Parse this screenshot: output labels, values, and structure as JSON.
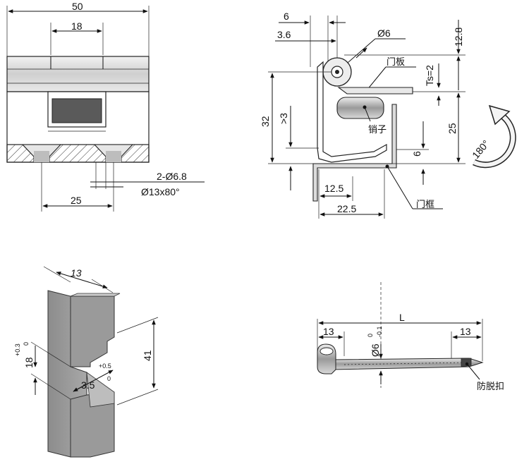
{
  "front_view": {
    "dim_width": "50",
    "dim_slot": "18",
    "dim_holes": "2-Ø6.8",
    "dim_countersink": "Ø13x80°",
    "dim_pitch": "25"
  },
  "side_view": {
    "dim_6": "6",
    "dim_3_6": "3.6",
    "dim_phi6": "Ø6",
    "dim_12_8": "12.8",
    "label_door_panel": "门板",
    "dim_ts": "Ts=2",
    "dim_32": "32",
    "dim_gt3": ">3",
    "label_pin": "销子",
    "dim_25": "25",
    "dim_6b": "6",
    "dim_180": "180°",
    "dim_12_5": "12.5",
    "dim_22_5": "22.5",
    "label_door_frame": "门框"
  },
  "iso_view": {
    "dim_13": "13",
    "dim_18": "18",
    "tol_18_upper": "+0.3",
    "tol_18_lower": "0",
    "dim_3_5": "3.5",
    "tol_3_5_upper": "+0.5",
    "tol_3_5_lower": "0",
    "dim_41": "41"
  },
  "pin_view": {
    "dim_L": "L",
    "dim_13_left": "13",
    "dim_13_right": "13",
    "dim_phi6": "Ø6",
    "tol_phi6_upper": "0",
    "tol_phi6_lower": "-0.1",
    "label_anti_release": "防脱扣"
  }
}
